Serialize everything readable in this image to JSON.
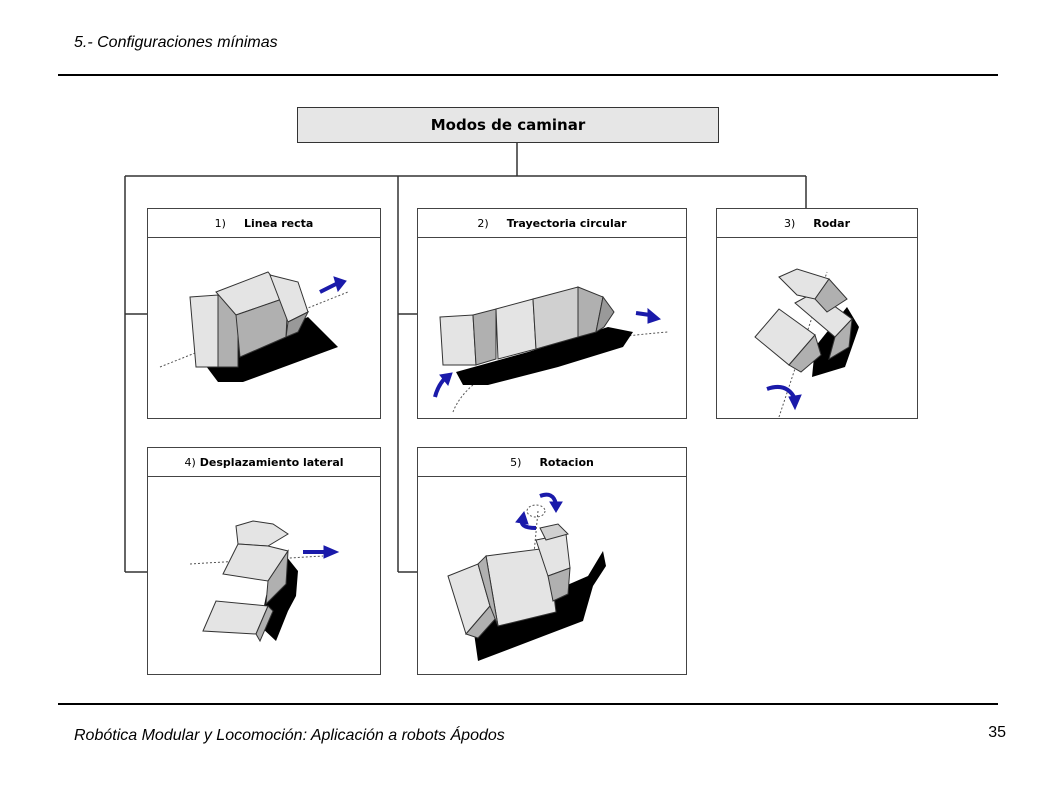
{
  "header": {
    "title": "5.- Configuraciones mínimas"
  },
  "diagram": {
    "root": "Modos de caminar",
    "modes": [
      {
        "num": "1)",
        "label": "Linea recta"
      },
      {
        "num": "2)",
        "label": "Trayectoria circular"
      },
      {
        "num": "3)",
        "label": "Rodar"
      },
      {
        "num": "4)",
        "label": "Desplazamiento lateral"
      },
      {
        "num": "5)",
        "label": "Rotacion"
      }
    ]
  },
  "footer": {
    "text": "Robótica Modular y Locomoción: Aplicación a robots Ápodos",
    "page_number": "35"
  },
  "colors": {
    "arrow": "#1a1aaa",
    "module_face": "#e4e4e4",
    "module_side": "#b0b0b0",
    "shadow": "#000000"
  }
}
